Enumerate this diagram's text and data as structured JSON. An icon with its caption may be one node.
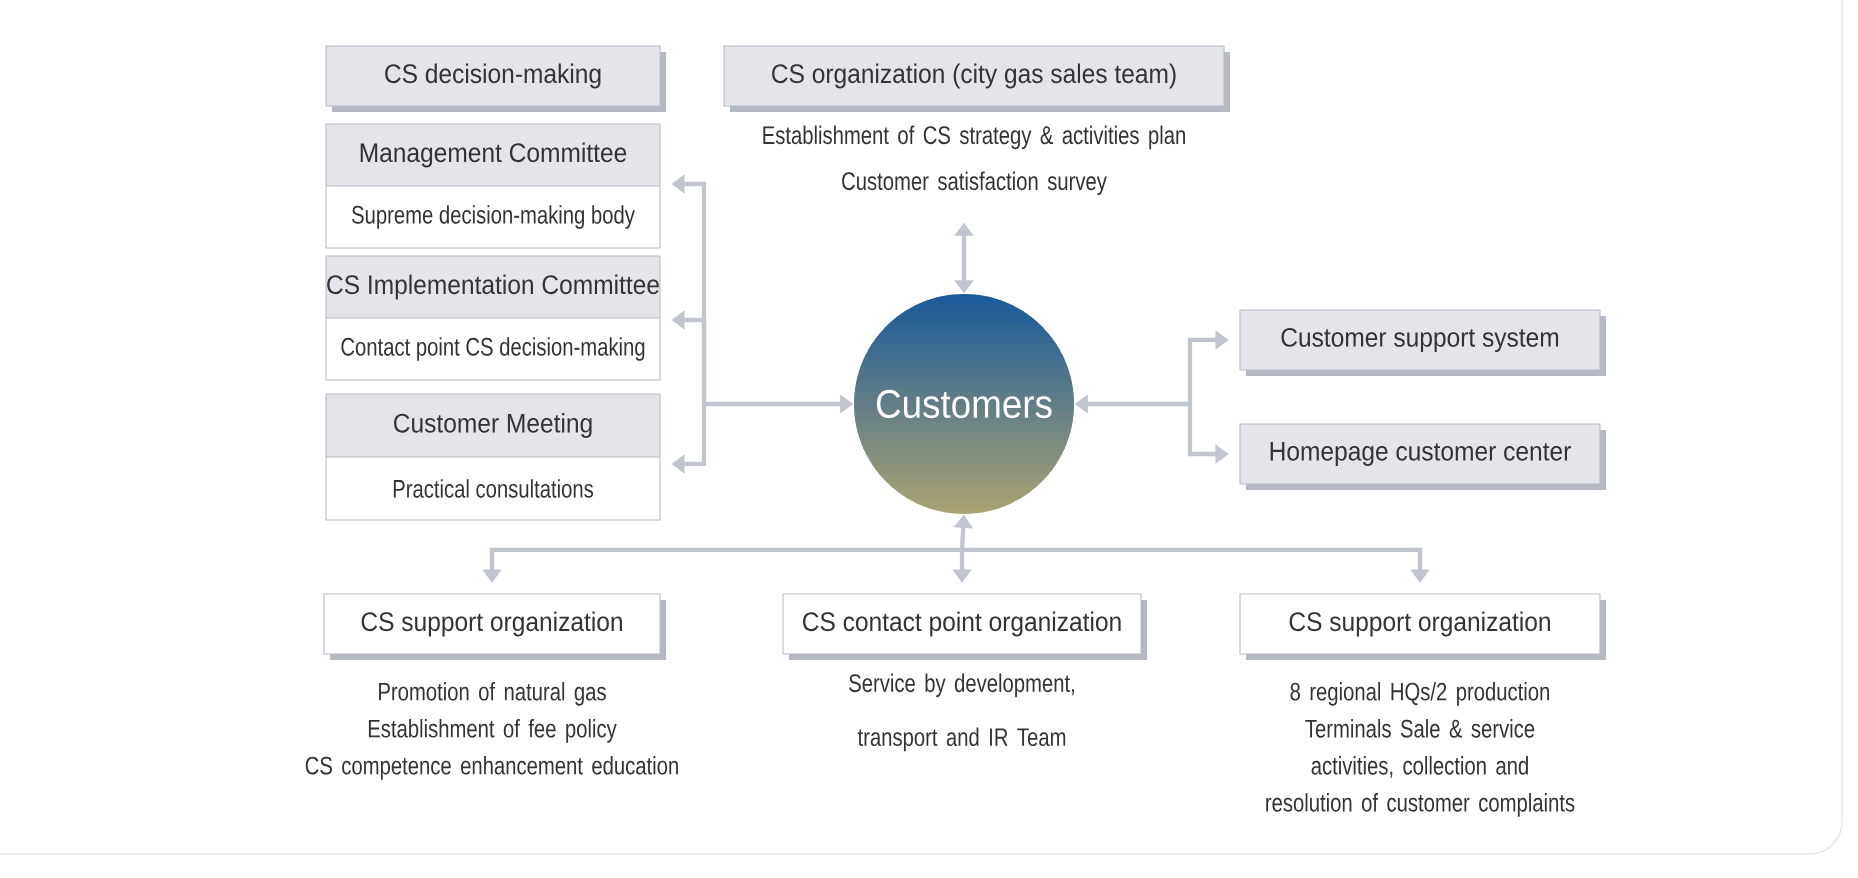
{
  "diagram": {
    "nodes": [
      {
        "text": [
          "CS decision-making"
        ]
      },
      {
        "text": [
          "Management Committee",
          "Supreme decision-making body"
        ]
      },
      {
        "text": [
          "CS Implementation Committee",
          "Contact point CS decision-making"
        ]
      },
      {
        "text": [
          "Customer Meeting",
          "Practical consultations"
        ]
      },
      {
        "text": [
          "CS organization (city gas sales team)"
        ],
        "beside": [
          "Establishment of CS strategy & activities plan",
          "Customer satisfaction survey"
        ]
      },
      {
        "text": [
          "Customers"
        ]
      },
      {
        "text": [
          "Customer support system"
        ]
      },
      {
        "text": [
          "Homepage customer center"
        ]
      },
      {
        "text": [
          "CS support organization"
        ],
        "beside": [
          "Promotion of natural gas",
          "Establishment of fee policy",
          "CS competence enhancement education"
        ]
      },
      {
        "text": [
          "CS contact point organization"
        ],
        "beside": [
          "Service by development, transport and IR Team"
        ]
      },
      {
        "text": [
          "CS support organization"
        ],
        "beside": [
          "8 regional HQs/2 production Terminals Sale & service activities, collection and resolution of customer complaints"
        ]
      }
    ],
    "edges": [
      {
        "from": 5,
        "to": 1,
        "arrow": "both"
      },
      {
        "from": 5,
        "to": 2,
        "arrow": "both"
      },
      {
        "from": 5,
        "to": 3,
        "arrow": "both"
      },
      {
        "from": 4,
        "to": 5,
        "arrow": "both"
      },
      {
        "from": 5,
        "to": 6,
        "arrow": "both"
      },
      {
        "from": 5,
        "to": 7,
        "arrow": "both"
      },
      {
        "from": 5,
        "to": 8,
        "arrow": "both"
      },
      {
        "from": 5,
        "to": 9,
        "arrow": "both"
      },
      {
        "from": 5,
        "to": 10,
        "arrow": "both"
      }
    ]
  }
}
